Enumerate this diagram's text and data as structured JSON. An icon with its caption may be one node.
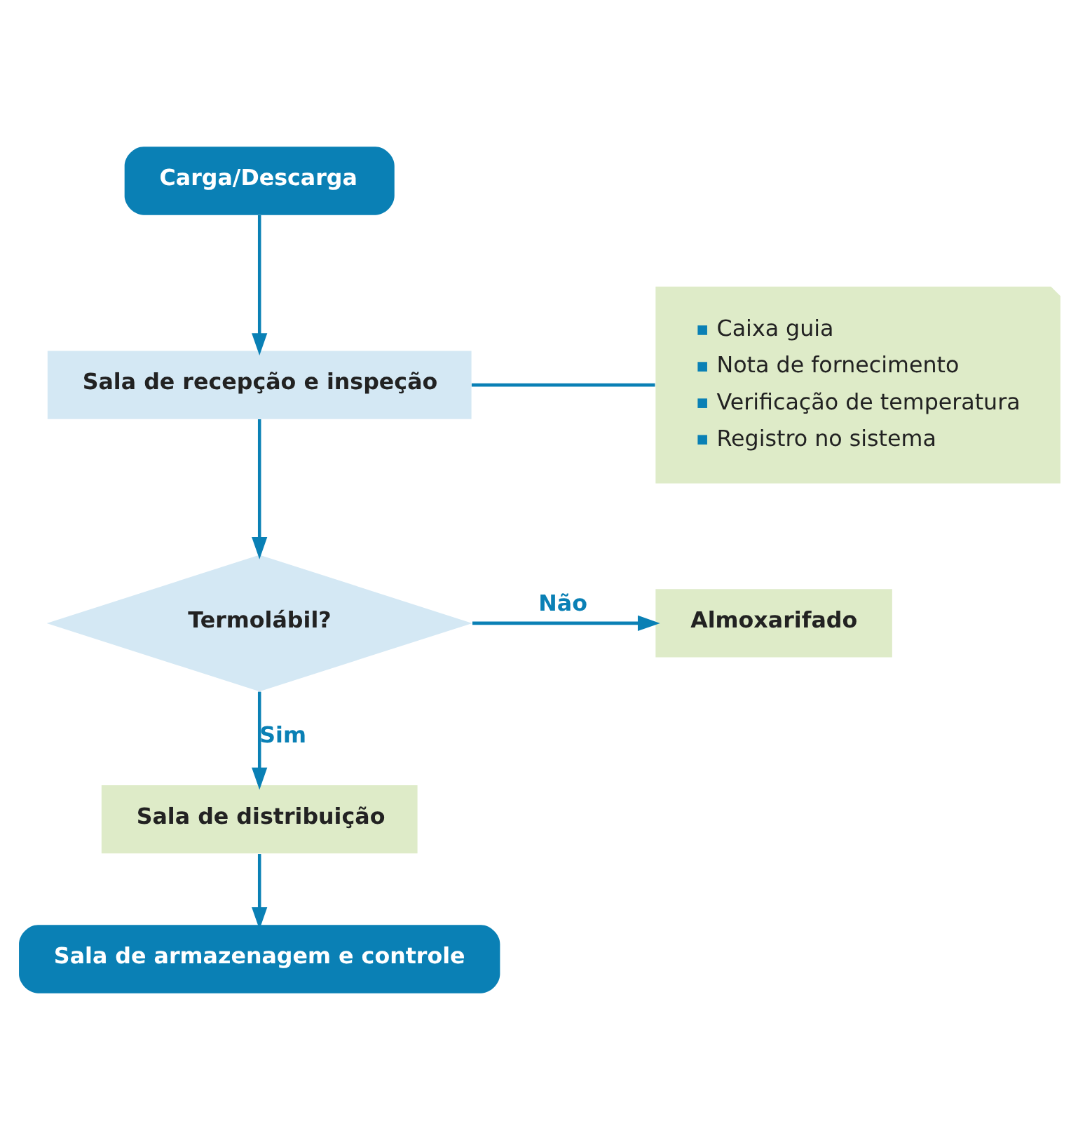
{
  "diagram": {
    "nodes": [
      {
        "text": [
          "Carga/Descarga"
        ]
      },
      {
        "text": [
          "Sala de recepção e inspeção"
        ]
      },
      {
        "text": [
          "Caixa guia",
          "Nota de fornecimento",
          "Verificação de temperatura",
          "Registro no sistema"
        ]
      },
      {
        "text": [
          "Termolábil?"
        ]
      },
      {
        "text": [
          "Almoxarifado"
        ]
      },
      {
        "text": [
          "Sala de distribuição"
        ]
      },
      {
        "text": [
          "Sala de armazenagem e controle"
        ]
      }
    ],
    "edges": [
      {
        "from": 0,
        "to": 1,
        "arrow": "to"
      },
      {
        "from": 1,
        "to": 2,
        "arrow": "none"
      },
      {
        "from": 1,
        "to": 3,
        "arrow": "to"
      },
      {
        "from": 3,
        "to": 4,
        "arrow": "to",
        "label": "Não"
      },
      {
        "from": 3,
        "to": 5,
        "arrow": "to",
        "label": "Sim"
      },
      {
        "from": 5,
        "to": 6,
        "arrow": "to"
      }
    ]
  }
}
